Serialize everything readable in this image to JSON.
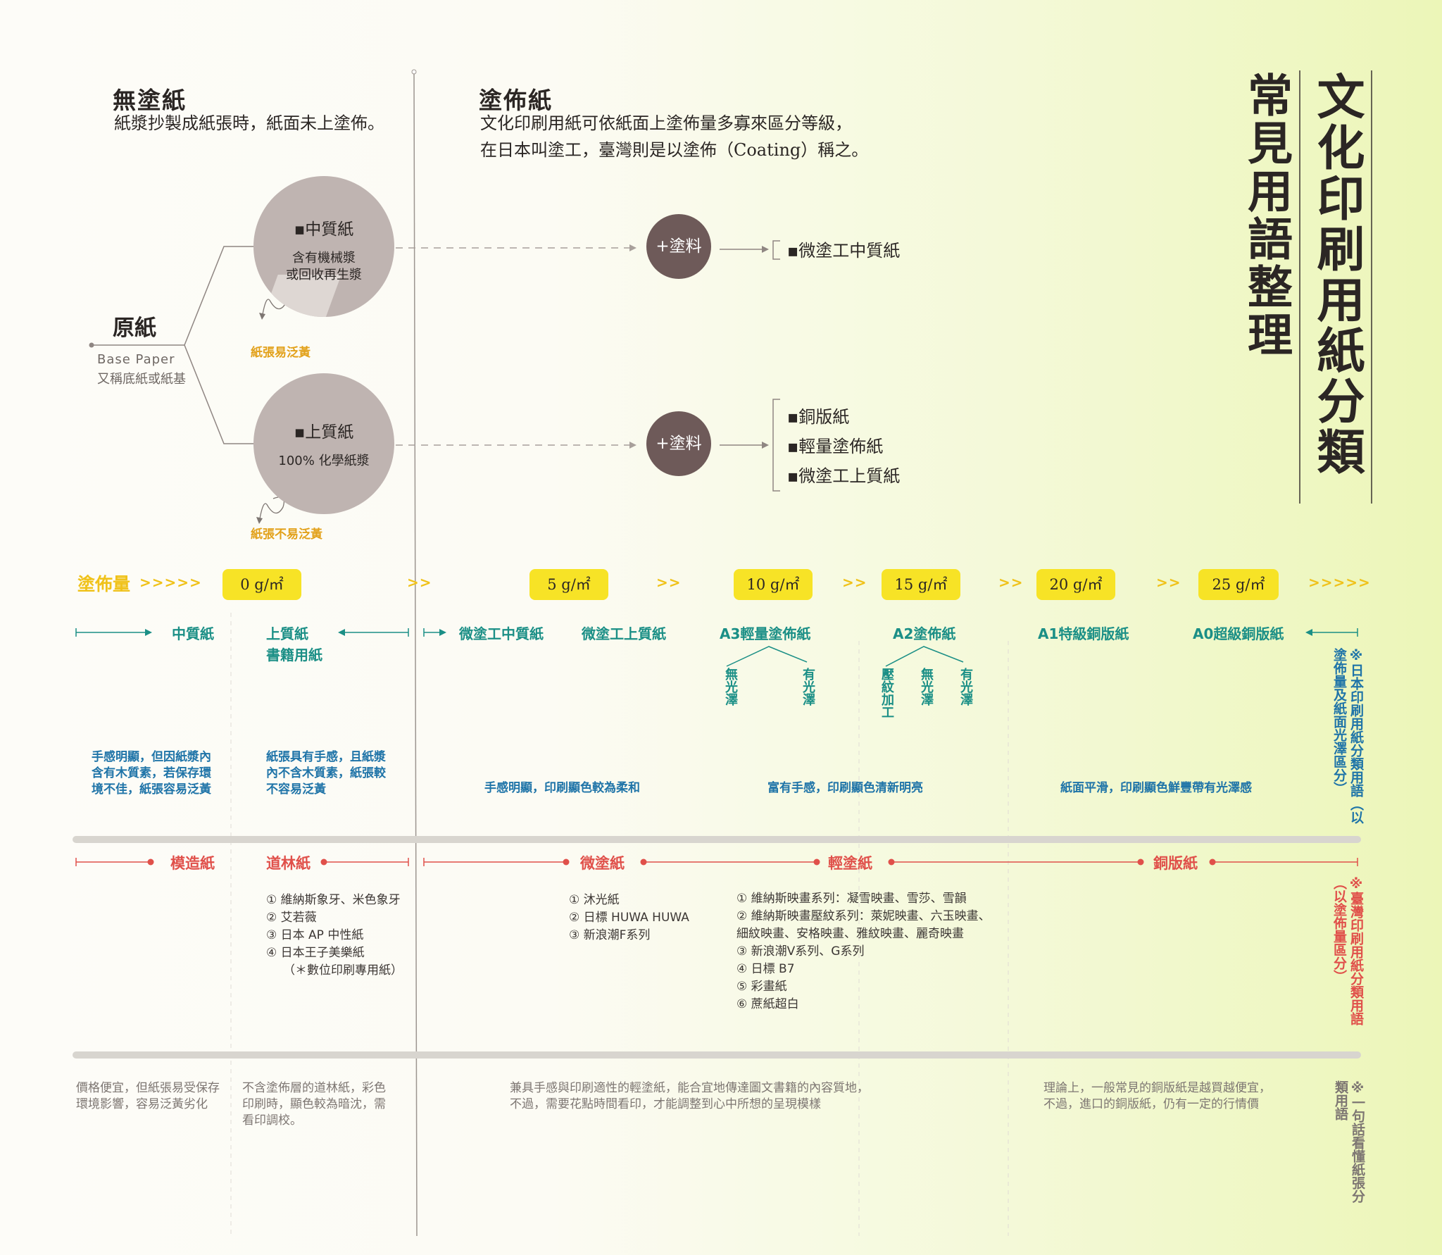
{
  "title": {
    "main": "文化印刷用紙分類",
    "sub": "常見用語整理"
  },
  "uncoated": {
    "heading": "無塗紙",
    "desc": "紙漿抄製成紙張時，紙面未上塗佈。"
  },
  "coated": {
    "heading": "塗佈紙",
    "desc1": "文化印刷用紙可依紙面上塗佈量多寡來區分等級，",
    "desc2": "在日本叫塗工，臺灣則是以塗佈（Coating）稱之。"
  },
  "base_paper": {
    "name": "原紙",
    "en": "Base Paper",
    "alt": "又稱底紙或紙基"
  },
  "circles": [
    {
      "name": "▪中質紙",
      "desc1": "含有機械漿",
      "desc2": "或回收再生漿",
      "note": "紙張易泛黃",
      "coating": "+塗料",
      "outputs": [
        "▪微塗工中質紙"
      ]
    },
    {
      "name": "▪上質紙",
      "desc1": "100% 化學紙漿",
      "desc2": "",
      "note": "紙張不易泛黃",
      "coating": "+塗料",
      "outputs": [
        "▪銅版紙",
        "▪輕量塗佈紙",
        "▪微塗工上質紙"
      ]
    }
  ],
  "scale": {
    "label": "塗佈量",
    "arrow_long": ">>>>>",
    "arrow_short": ">>",
    "pills": [
      "0 g/㎡",
      "5 g/㎡",
      "10 g/㎡",
      "15 g/㎡",
      "20 g/㎡",
      "25 g/㎡"
    ]
  },
  "japan": {
    "grades": [
      "中質紙",
      "上質紙",
      "書籍用紙",
      "微塗工中質紙",
      "微塗工上質紙",
      "A3輕量塗佈紙",
      "A2塗佈紙",
      "A1特級銅版紙",
      "A0超級銅版紙"
    ],
    "finishes": [
      "無光澤",
      "有光澤",
      "壓紋加工",
      "無光澤",
      "有光澤"
    ],
    "notes": [
      "手感明顯，但因紙漿內含有木質素，若保存環境不佳，紙張容易泛黃",
      "紙張具有手感，且紙漿內不含木質素，紙張較不容易泛黃",
      "手感明顯，印刷顯色較為柔和",
      "富有手感，印刷顯色清新明亮",
      "紙面平滑，印刷顯色鮮豐帶有光澤感"
    ],
    "side_note": "※日本印刷用紙分類用語（以塗佈量及紙面光澤區分）"
  },
  "taiwan": {
    "grades": [
      "模造紙",
      "道林紙",
      "微塗紙",
      "輕塗紙",
      "銅版紙"
    ],
    "daolin_list": [
      "① 維納斯象牙、米色象牙",
      "② 艾若薇",
      "③ 日本 AP 中性紙",
      "④ 日本王子美樂紙",
      "（＊數位印刷專用紙）"
    ],
    "micro_list": [
      "① 沐光紙",
      "② 日標 HUWA HUWA",
      "③ 新浪潮F系列"
    ],
    "light_list": [
      "① 維納斯映畫系列：凝雪映畫、雪莎、雪韻",
      "② 維納斯映畫壓紋系列：萊妮映畫、六玉映畫、",
      "細紋映畫、安格映畫、雅紋映畫、麗奇映畫",
      "③ 新浪潮V系列、G系列",
      "④ 日標 B7",
      "⑤ 彩畫紙",
      "⑥ 蔗紙超白"
    ],
    "side_note": "※臺灣印刷用紙分類用語（以塗佈量區分）"
  },
  "summary": {
    "notes": [
      "價格便宜，但紙張易受保存環境影響，容易泛黃劣化",
      "不含塗佈層的道林紙，彩色印刷時，顯色較為暗沈，需看印調校。",
      "兼具手感與印刷適性的輕塗紙，能合宜地傳達圖文書籍的內容質地，",
      "不過，需要花點時間看印，才能調整到心中所想的呈現模樣",
      "理論上，一般常見的銅版紙是越買越便宜，",
      "不過，進口的銅版紙，仍有一定的行情價"
    ],
    "side_note": "※一句話看懂紙張分類用語"
  },
  "colors": {
    "teal": "#1b8f86",
    "red": "#e0504a",
    "blue": "#1f74a8",
    "yellow": "#f7e326",
    "circle": "#bfb4b1",
    "coat": "#6e5a59"
  }
}
